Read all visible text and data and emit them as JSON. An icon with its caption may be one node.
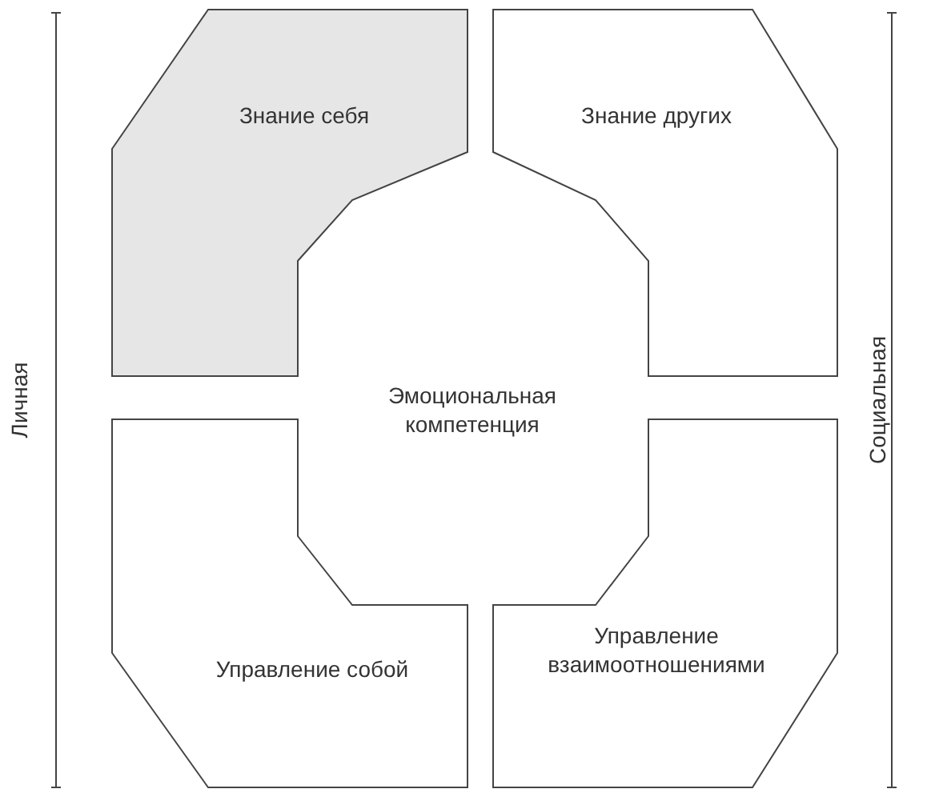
{
  "diagram": {
    "nodes": [
      {
        "text": [
          "Знание себя"
        ]
      },
      {
        "text": [
          "Знание других"
        ]
      },
      {
        "text": [
          "Эмоциональная компетенция"
        ]
      },
      {
        "text": [
          "Управление собой"
        ]
      },
      {
        "text": [
          "Управление взаимоотношениями"
        ]
      }
    ],
    "labels": [
      "Личная",
      "Социальная"
    ]
  }
}
